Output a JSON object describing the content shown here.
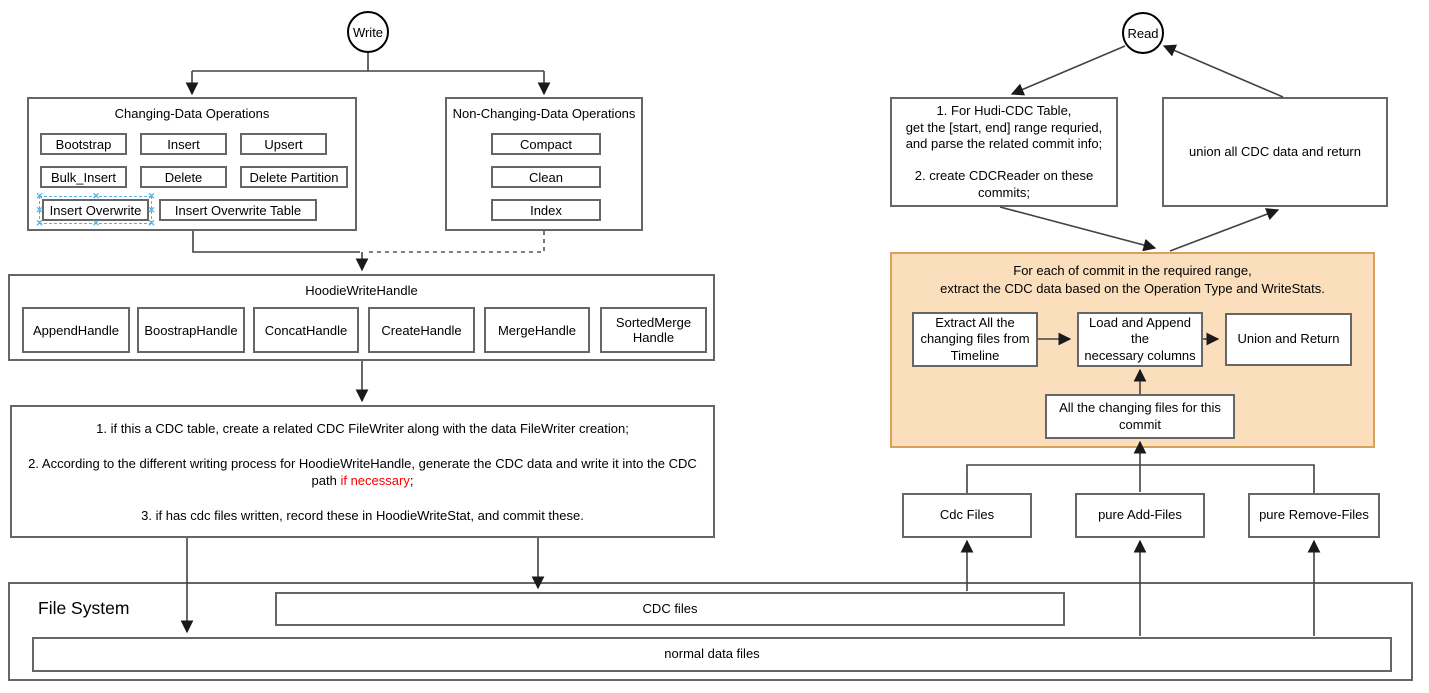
{
  "colors": {
    "box_border": "#666666",
    "line": "#424242",
    "orange_fill": "#FBDFBD",
    "orange_border": "#D9A15C",
    "selection_blue": "#4FB3E8",
    "highlight_red": "#FF0000"
  },
  "write_flow": {
    "start": "Write",
    "changing_ops": {
      "title": "Changing-Data Operations",
      "items": [
        "Bootstrap",
        "Insert",
        "Upsert",
        "Bulk_Insert",
        "Delete",
        "Delete Partition",
        "Insert  Overwrite",
        "Insert  Overwrite Table"
      ]
    },
    "non_changing_ops": {
      "title": "Non-Changing-Data Operations",
      "items": [
        "Compact",
        "Clean",
        "Index"
      ]
    },
    "write_handle": {
      "title": "HoodieWriteHandle",
      "handles": [
        "AppendHandle",
        "BoostrapHandle",
        "ConcatHandle",
        "CreateHandle",
        "MergeHandle",
        "SortedMerge Handle"
      ]
    },
    "note": {
      "step1": "1. if this a CDC table, create a related CDC FileWriter along with the data FileWriter creation;",
      "step2_pre": "2. According to the different writing process for HoodieWriteHandle, generate the CDC data and write it into the CDC path ",
      "step2_red": "if necessary",
      "step2_post": ";",
      "step3": "3. if has cdc files written, record these in HoodieWriteStat, and commit these."
    }
  },
  "read_flow": {
    "start": "Read",
    "plan_note": "1. For Hudi-CDC Table,\nget the [start, end] range requried,\nand parse the related commit info;\n\n2. create CDCReader on these\ncommits;",
    "union_note": "union all CDC data and return",
    "per_commit": {
      "title": "For each of commit in the required range,\nextract the CDC data based on the Operation Type and WriteStats.",
      "extract": "Extract All the\nchanging files from\nTimeline",
      "load": "Load and Append the\nnecessary columns",
      "union_return": "Union and Return",
      "all_changing": "All the changing files for this\ncommit"
    },
    "file_types": [
      "Cdc Files",
      "pure Add-Files",
      "pure Remove-Files"
    ]
  },
  "file_system": {
    "label": "File System",
    "cdc_files": "CDC files",
    "normal_files": "normal data files"
  }
}
